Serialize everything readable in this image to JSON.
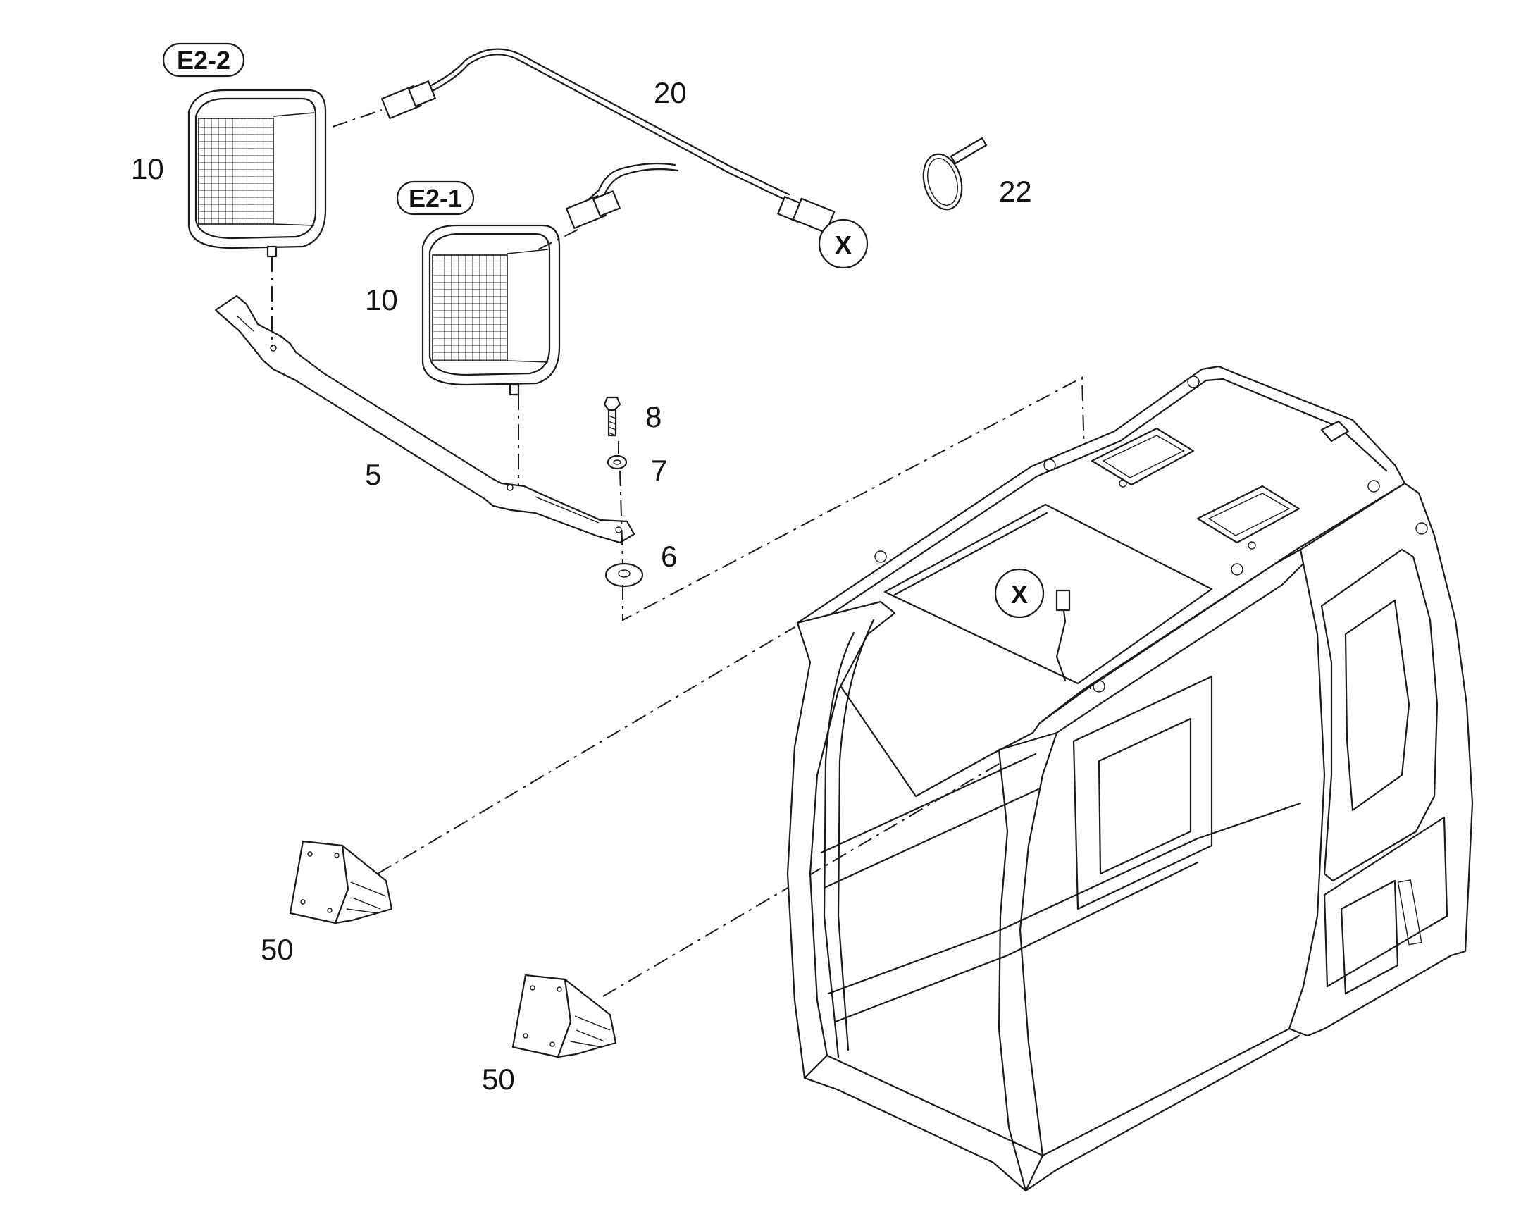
{
  "callouts": {
    "e2_2": "E2-2",
    "e2_1": "E2-1",
    "x_top": "X",
    "x_cab": "X"
  },
  "part_numbers": {
    "p10_a": "10",
    "p10_b": "10",
    "p20": "20",
    "p22": "22",
    "p8": "8",
    "p7": "7",
    "p6": "6",
    "p5": "5",
    "p50_a": "50",
    "p50_b": "50"
  },
  "icons": {
    "lamp": "work-lamp-icon",
    "harness": "wire-harness-icon",
    "tie": "cable-tie-icon"
  }
}
